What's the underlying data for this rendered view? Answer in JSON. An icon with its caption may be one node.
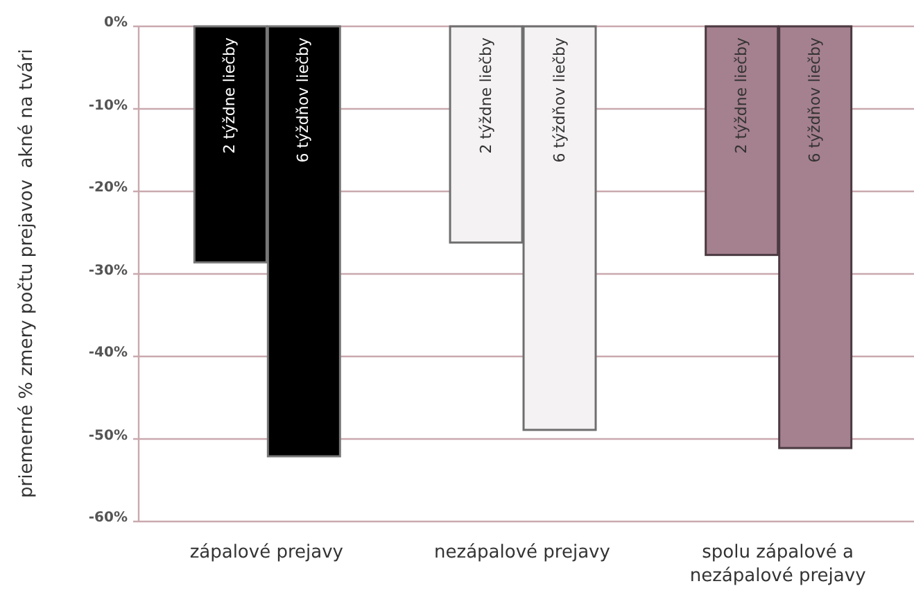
{
  "diagram": {
    "chart_data": {
      "type": "bar",
      "ylabel": "priemerné % zmery počtu prejavov  akné na tvári",
      "categories": [
        "zápalové prejavy",
        "nezápalové prejavy",
        "spolu zápalové a nezápalové prejavy"
      ],
      "series": [
        {
          "name": "2 týždne liečby",
          "colors": [
            "#000000",
            "#f4f2f3",
            "#a5808e"
          ],
          "values": [
            -28.6,
            -26.2,
            -27.7
          ]
        },
        {
          "name": "6 týždňov liečby",
          "colors": [
            "#000000",
            "#f4f2f3",
            "#a5808e"
          ],
          "values": [
            -52.1,
            -48.9,
            -51.1
          ]
        }
      ],
      "ylim": [
        -60,
        0
      ],
      "yticks": [
        {
          "value": 0,
          "label": "0%"
        },
        {
          "value": -10,
          "label": "-10%"
        },
        {
          "value": -20,
          "label": "-20%"
        },
        {
          "value": -30,
          "label": "-30%"
        },
        {
          "value": -40,
          "label": "-40%"
        },
        {
          "value": -50,
          "label": "-50%"
        },
        {
          "value": -60,
          "label": "-60%"
        }
      ],
      "grid": true
    }
  }
}
